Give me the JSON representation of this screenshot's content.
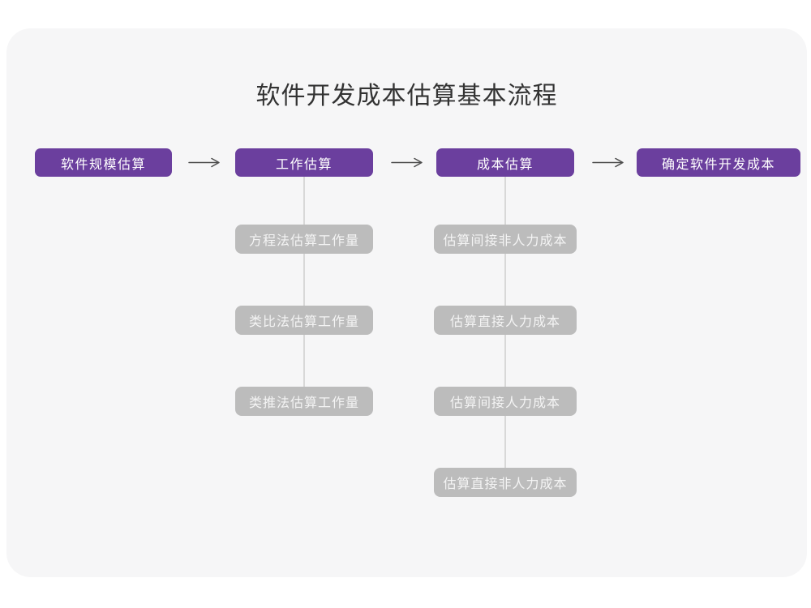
{
  "title": "软件开发成本估算基本流程",
  "colors": {
    "page_bg": "#ffffff",
    "card_bg": "#f6f6f7",
    "stage_bg": "#6b3f9e",
    "stage_text": "#ffffff",
    "substep_bg": "#bcbcbc",
    "substep_text": "#f4f4f4",
    "connector_line": "#d8d8d8",
    "arrow": "#4d4d4d",
    "title_text": "#333333"
  },
  "flow": {
    "arrow_icon": "arrow-right",
    "stages": [
      {
        "label": "软件规模估算",
        "substeps": []
      },
      {
        "label": "工作估算",
        "substeps": [
          "方程法估算工作量",
          "类比法估算工作量",
          "类推法估算工作量"
        ]
      },
      {
        "label": "成本估算",
        "substeps": [
          "估算间接非人力成本",
          "估算直接人力成本",
          "估算间接人力成本",
          "估算直接非人力成本"
        ]
      },
      {
        "label": "确定软件开发成本",
        "substeps": []
      }
    ]
  }
}
